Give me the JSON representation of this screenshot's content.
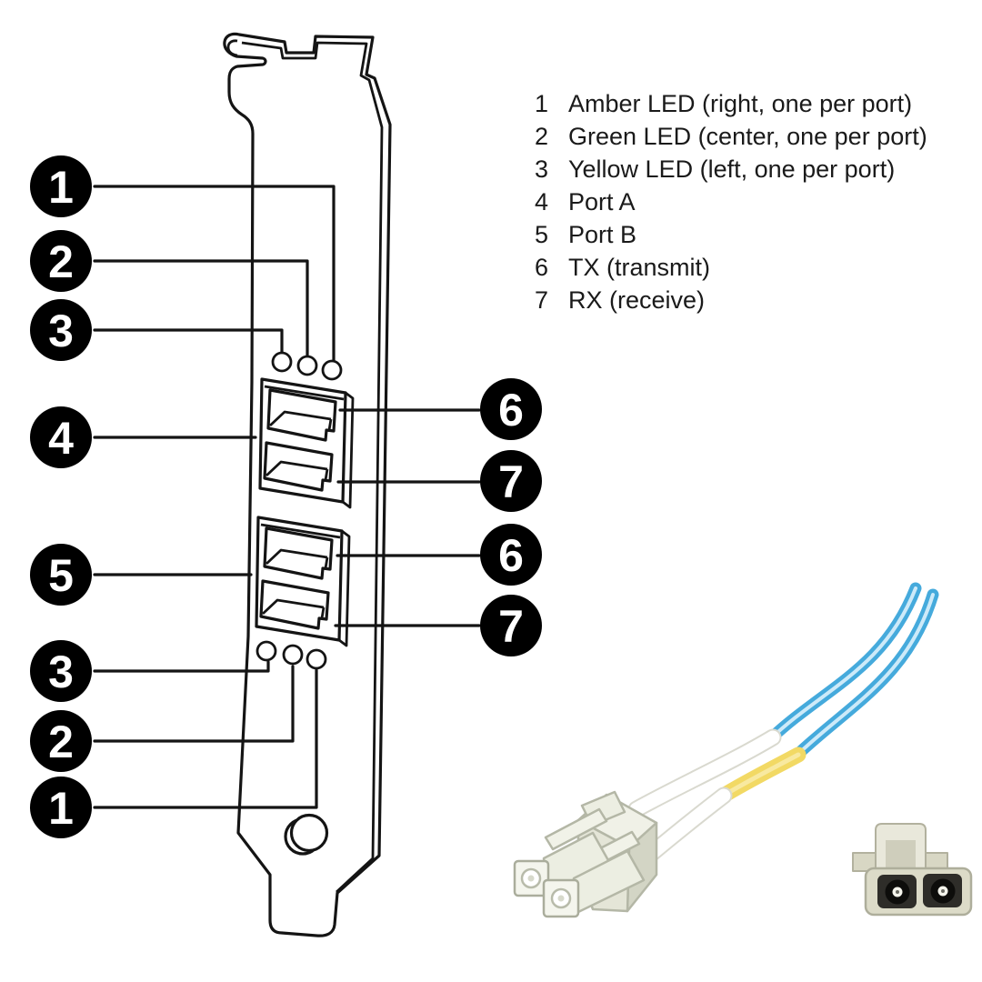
{
  "legend": {
    "items": [
      {
        "number": "1",
        "label": "Amber LED (right, one per port)"
      },
      {
        "number": "2",
        "label": "Green LED (center, one per port)"
      },
      {
        "number": "3",
        "label": "Yellow LED (left, one per port)"
      },
      {
        "number": "4",
        "label": "Port A"
      },
      {
        "number": "5",
        "label": "Port B"
      },
      {
        "number": "6",
        "label": "TX (transmit)"
      },
      {
        "number": "7",
        "label": "RX (receive)"
      }
    ]
  },
  "callouts": {
    "left": [
      {
        "number": "1"
      },
      {
        "number": "2"
      },
      {
        "number": "3"
      },
      {
        "number": "4"
      },
      {
        "number": "5"
      },
      {
        "number": "3"
      },
      {
        "number": "2"
      },
      {
        "number": "1"
      }
    ],
    "right": [
      {
        "number": "6"
      },
      {
        "number": "7"
      },
      {
        "number": "6"
      },
      {
        "number": "7"
      }
    ]
  },
  "colors": {
    "line": "#141414",
    "badge_bg": "#000000",
    "badge_text": "#ffffff",
    "fiber_blue": "#45aadc",
    "fiber_highlight": "#cdeaf9",
    "boot_yellow": "#f2d964",
    "jacket_white": "#ffffff",
    "connector_body": "#e7e8dc",
    "coupler_body": "#dcdbc8",
    "background": "#ffffff"
  }
}
